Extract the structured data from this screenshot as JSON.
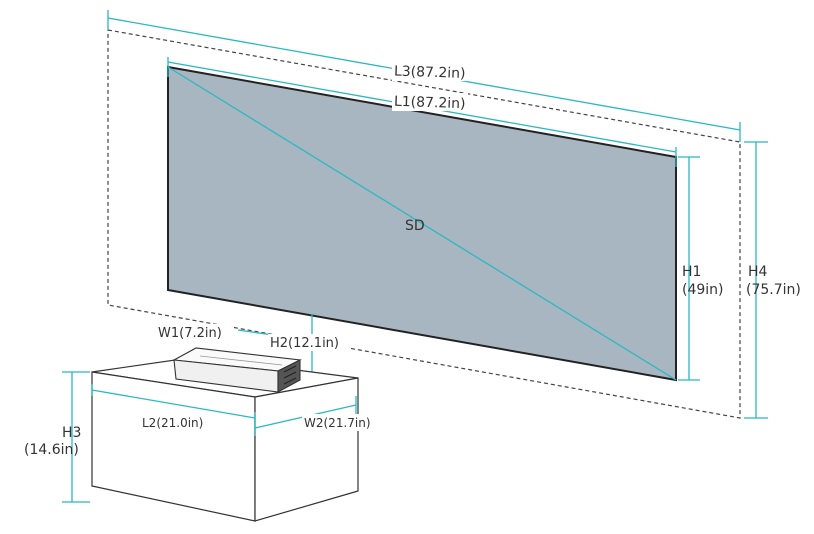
{
  "labels": {
    "l3": "L3(87.2in)",
    "l1": "L1(87.2in)",
    "sd": "SD",
    "h1_name": "H1",
    "h1_value": "(49in)",
    "h4_name": "H4",
    "h4_value": "(75.7in)",
    "w1": "W1(7.2in)",
    "h2": "H2(12.1in)",
    "h3_name": "H3",
    "h3_value": "(14.6in)",
    "l2": "L2(21.0in)",
    "w2": "W2(21.7in)"
  },
  "colors": {
    "screen_fill": "#a8b6c2",
    "screen_edge": "#222222",
    "dimension_line": "#2bb8c0",
    "outline": "#333333",
    "dashed_wall": "#444444",
    "label_text": "#333333"
  }
}
